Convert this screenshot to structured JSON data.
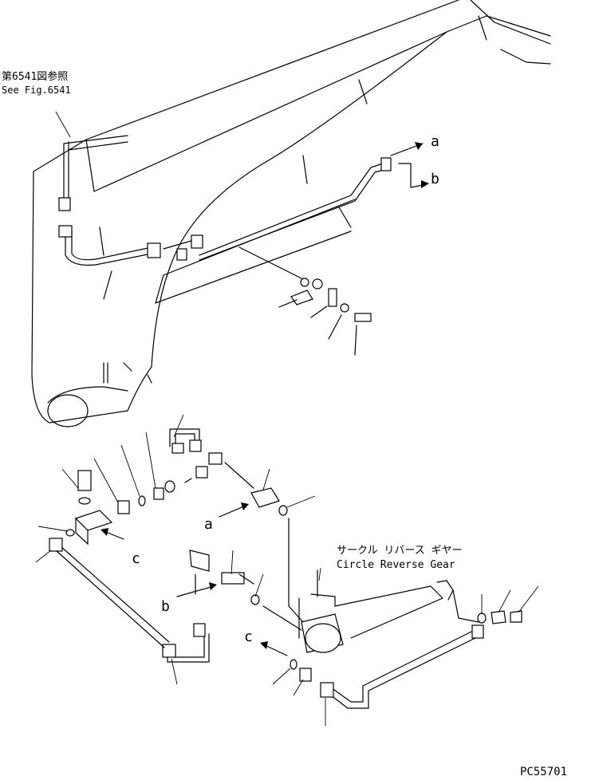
{
  "reference": {
    "jp": "第6541図参照",
    "en": "See Fig.6541"
  },
  "callouts": {
    "a_top": "a",
    "b_top": "b",
    "a_mid": "a",
    "b_mid": "b",
    "c_left": "c",
    "c_mid": "c"
  },
  "circle_reverse_gear": {
    "jp": "サークル リバース ギヤー",
    "en": "Circle Reverse Gear"
  },
  "drawing_number": "PC55701"
}
